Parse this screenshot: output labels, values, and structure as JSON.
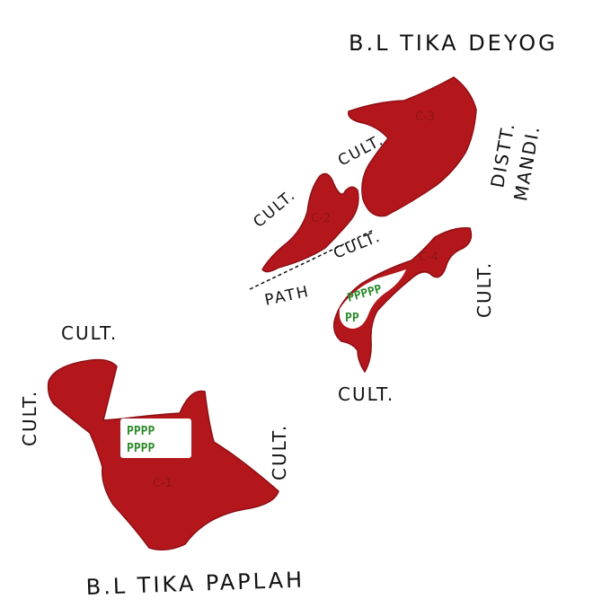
{
  "map": {
    "colors": {
      "patch_fill": "#B3171C",
      "patch_stroke": "#8E0F14",
      "plantation_fill": "#FFFFFF",
      "plantation_symbol": "#2A8A2A",
      "text": "#111111"
    },
    "labels": {
      "village_north": "B.L TIKA DEYOG",
      "village_south": "B.L TIKA PAPLAH",
      "district": "DISTT. MANDI.",
      "district_line1": "DISTT.",
      "district_line2": "MANDI.",
      "cult": "CULT.",
      "path": "PATH"
    },
    "patches": [
      {
        "id": "C-1",
        "label": "C-1"
      },
      {
        "id": "C-2",
        "label": "C-2"
      },
      {
        "id": "C-3",
        "label": "C-3"
      },
      {
        "id": "C-4",
        "label": "C-4"
      }
    ],
    "plantation": {
      "symbol": "P",
      "c1_rows": [
        "PPPP",
        "PPPP"
      ],
      "c4_rows": [
        "PPPPP",
        "PP"
      ]
    }
  }
}
